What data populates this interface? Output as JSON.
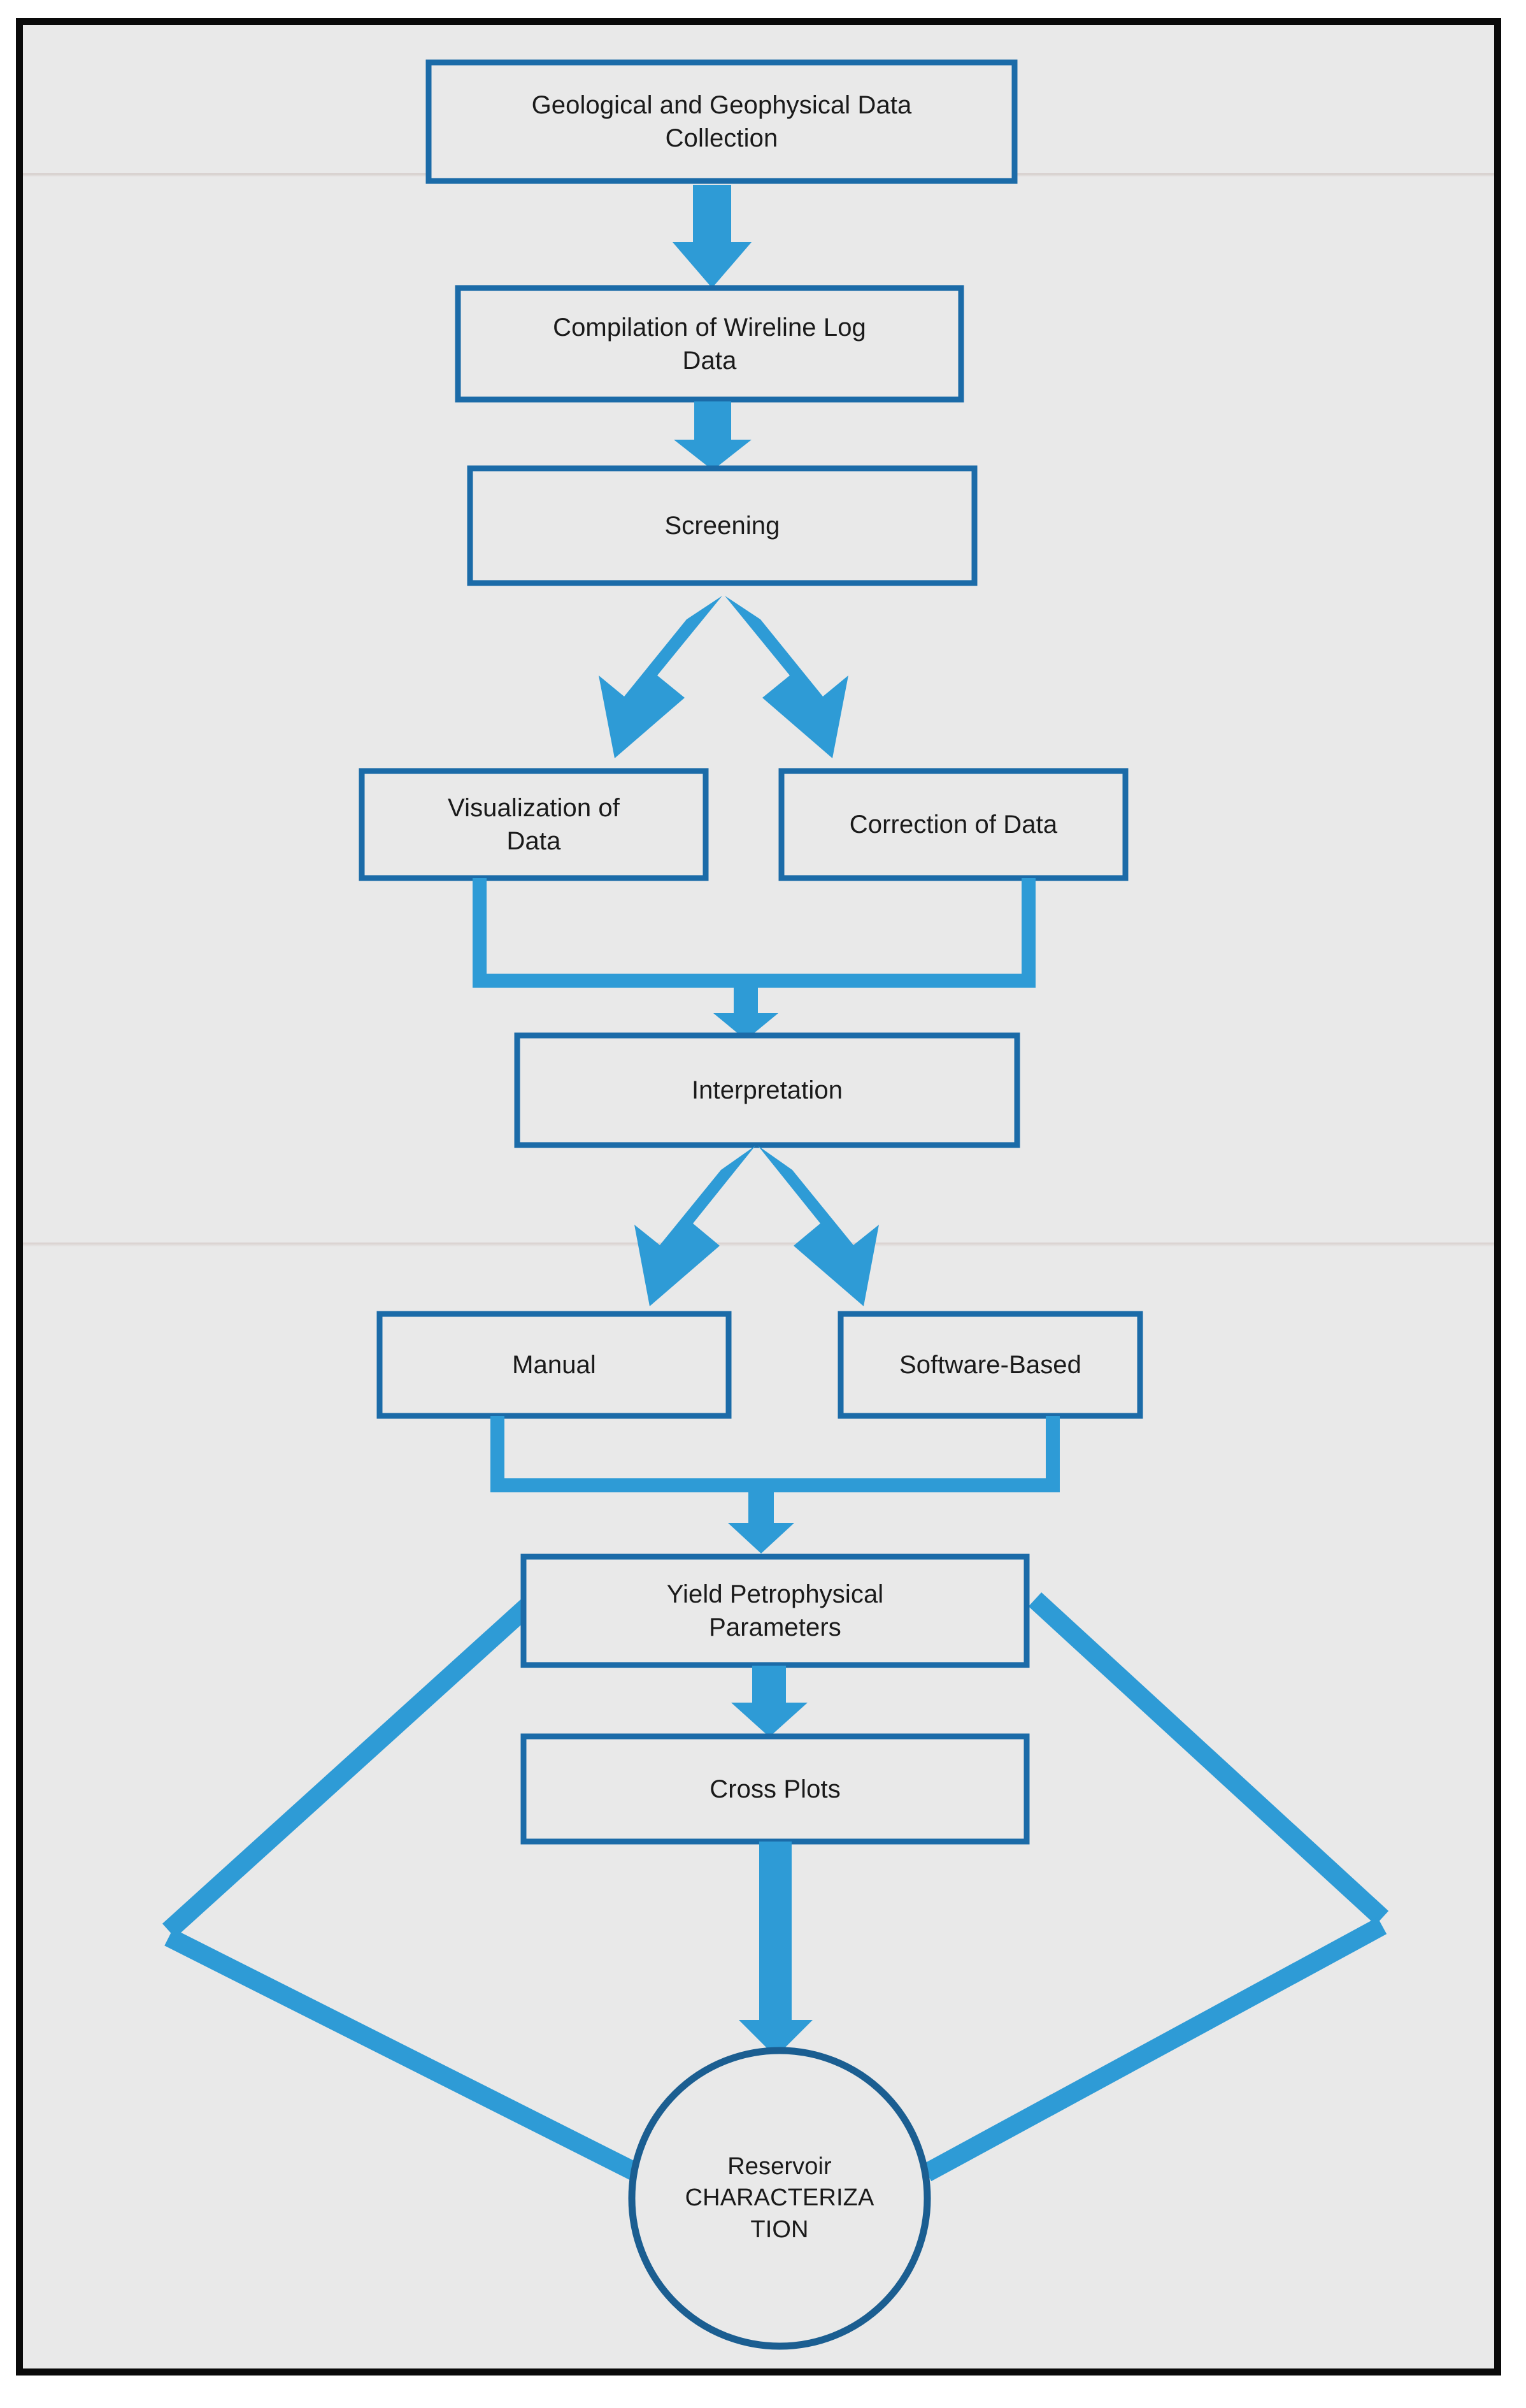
{
  "diagram": {
    "title": "Reservoir characterization workflow flowchart",
    "type": "flowchart",
    "orientation": "top-to-bottom",
    "colors": {
      "frame_border": "#0a0a0a",
      "canvas_background": "#e9e9e9",
      "node_border": "#1b6ba8",
      "node_fill": "#e9e9e9",
      "arrow_fill": "#2e9bd6",
      "circle_border": "#1b5e91",
      "text": "#1a1a1a"
    },
    "nodes": [
      {
        "id": "n1",
        "shape": "rectangle",
        "label": "Geological and Geophysical Data Collection",
        "line1": "Geological and Geophysical Data",
        "line2": "Collection"
      },
      {
        "id": "n2",
        "shape": "rectangle",
        "label": "Compilation of Wireline Log Data",
        "line1": "Compilation of Wireline Log",
        "line2": "Data"
      },
      {
        "id": "n3",
        "shape": "rectangle",
        "label": "Screening",
        "line1": "Screening",
        "line2": ""
      },
      {
        "id": "n4",
        "shape": "rectangle",
        "label": "Visualization of Data",
        "line1": "Visualization of",
        "line2": "Data"
      },
      {
        "id": "n5",
        "shape": "rectangle",
        "label": "Correction of Data",
        "line1": "Correction of Data",
        "line2": ""
      },
      {
        "id": "n6",
        "shape": "rectangle",
        "label": "Interpretation",
        "line1": "Interpretation",
        "line2": ""
      },
      {
        "id": "n7",
        "shape": "rectangle",
        "label": "Manual",
        "line1": "Manual",
        "line2": ""
      },
      {
        "id": "n8",
        "shape": "rectangle",
        "label": "Software-Based",
        "line1": "Software-Based",
        "line2": ""
      },
      {
        "id": "n9",
        "shape": "rectangle",
        "label": "Yield Petrophysical Parameters",
        "line1": "Yield Petrophysical",
        "line2": "Parameters"
      },
      {
        "id": "n10",
        "shape": "rectangle",
        "label": "Cross Plots",
        "line1": "Cross Plots",
        "line2": ""
      },
      {
        "id": "n11",
        "shape": "circle",
        "label": "Reservoir CHARACTERIZATION",
        "line1": "Reservoir",
        "line2": "CHARACTERIZA",
        "line3": "TION"
      }
    ],
    "edges": [
      {
        "from": "n1",
        "to": "n2",
        "style": "block-arrow-down"
      },
      {
        "from": "n2",
        "to": "n3",
        "style": "block-arrow-down"
      },
      {
        "from": "n3",
        "to": "n4",
        "style": "split-chevron-left"
      },
      {
        "from": "n3",
        "to": "n5",
        "style": "split-chevron-right"
      },
      {
        "from": "n4",
        "to": "n6",
        "style": "merge-bracket"
      },
      {
        "from": "n5",
        "to": "n6",
        "style": "merge-bracket"
      },
      {
        "from": "n6",
        "to": "n7",
        "style": "split-chevron-left"
      },
      {
        "from": "n6",
        "to": "n8",
        "style": "split-chevron-right"
      },
      {
        "from": "n7",
        "to": "n9",
        "style": "merge-bracket"
      },
      {
        "from": "n8",
        "to": "n9",
        "style": "merge-bracket"
      },
      {
        "from": "n9",
        "to": "n10",
        "style": "block-arrow-down"
      },
      {
        "from": "n10",
        "to": "n11",
        "style": "block-arrow-down"
      },
      {
        "from": "n11",
        "to": "n9",
        "style": "diamond-loop-left"
      },
      {
        "from": "n11",
        "to": "n9",
        "style": "diamond-loop-right"
      }
    ]
  }
}
